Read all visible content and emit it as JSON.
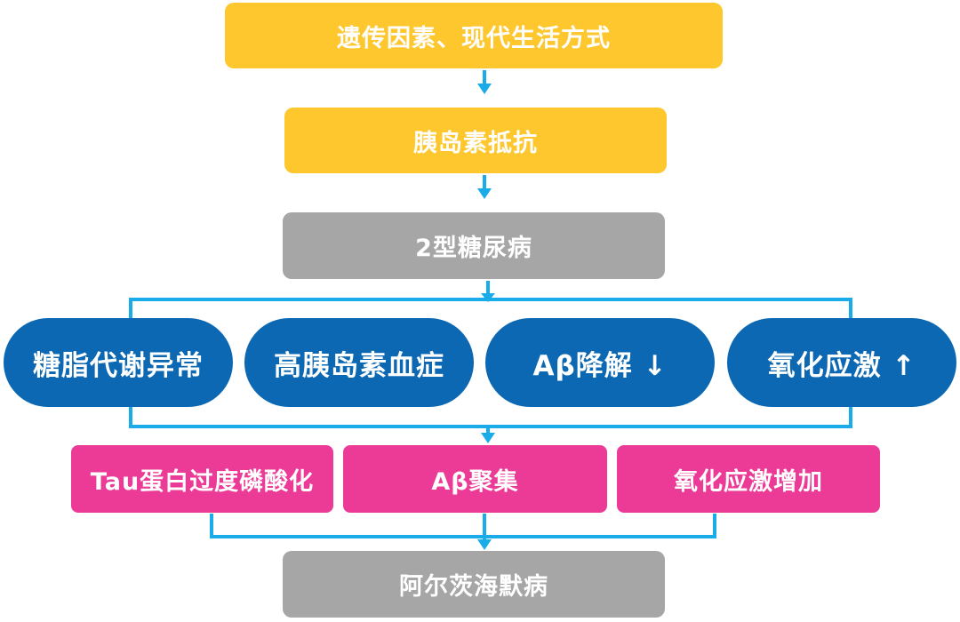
{
  "flow": {
    "step1": "遗传因素、现代生活方式",
    "step2": "胰岛素抵抗",
    "step3": "2型糖尿病",
    "mechanisms": [
      "糖脂代谢异常",
      "高胰岛素血症",
      "Aβ降解 ↓",
      "氧化应激 ↑"
    ],
    "pathologies": [
      "Tau蛋白过度磷酸化",
      "Aβ聚集",
      "氧化应激增加"
    ],
    "outcome": "阿尔茨海默病"
  },
  "colors": {
    "yellow": "#fec72e",
    "gray": "#a6a6a6",
    "blue": "#0c68b2",
    "pink": "#ec3b97",
    "connector": "#1aace9"
  }
}
